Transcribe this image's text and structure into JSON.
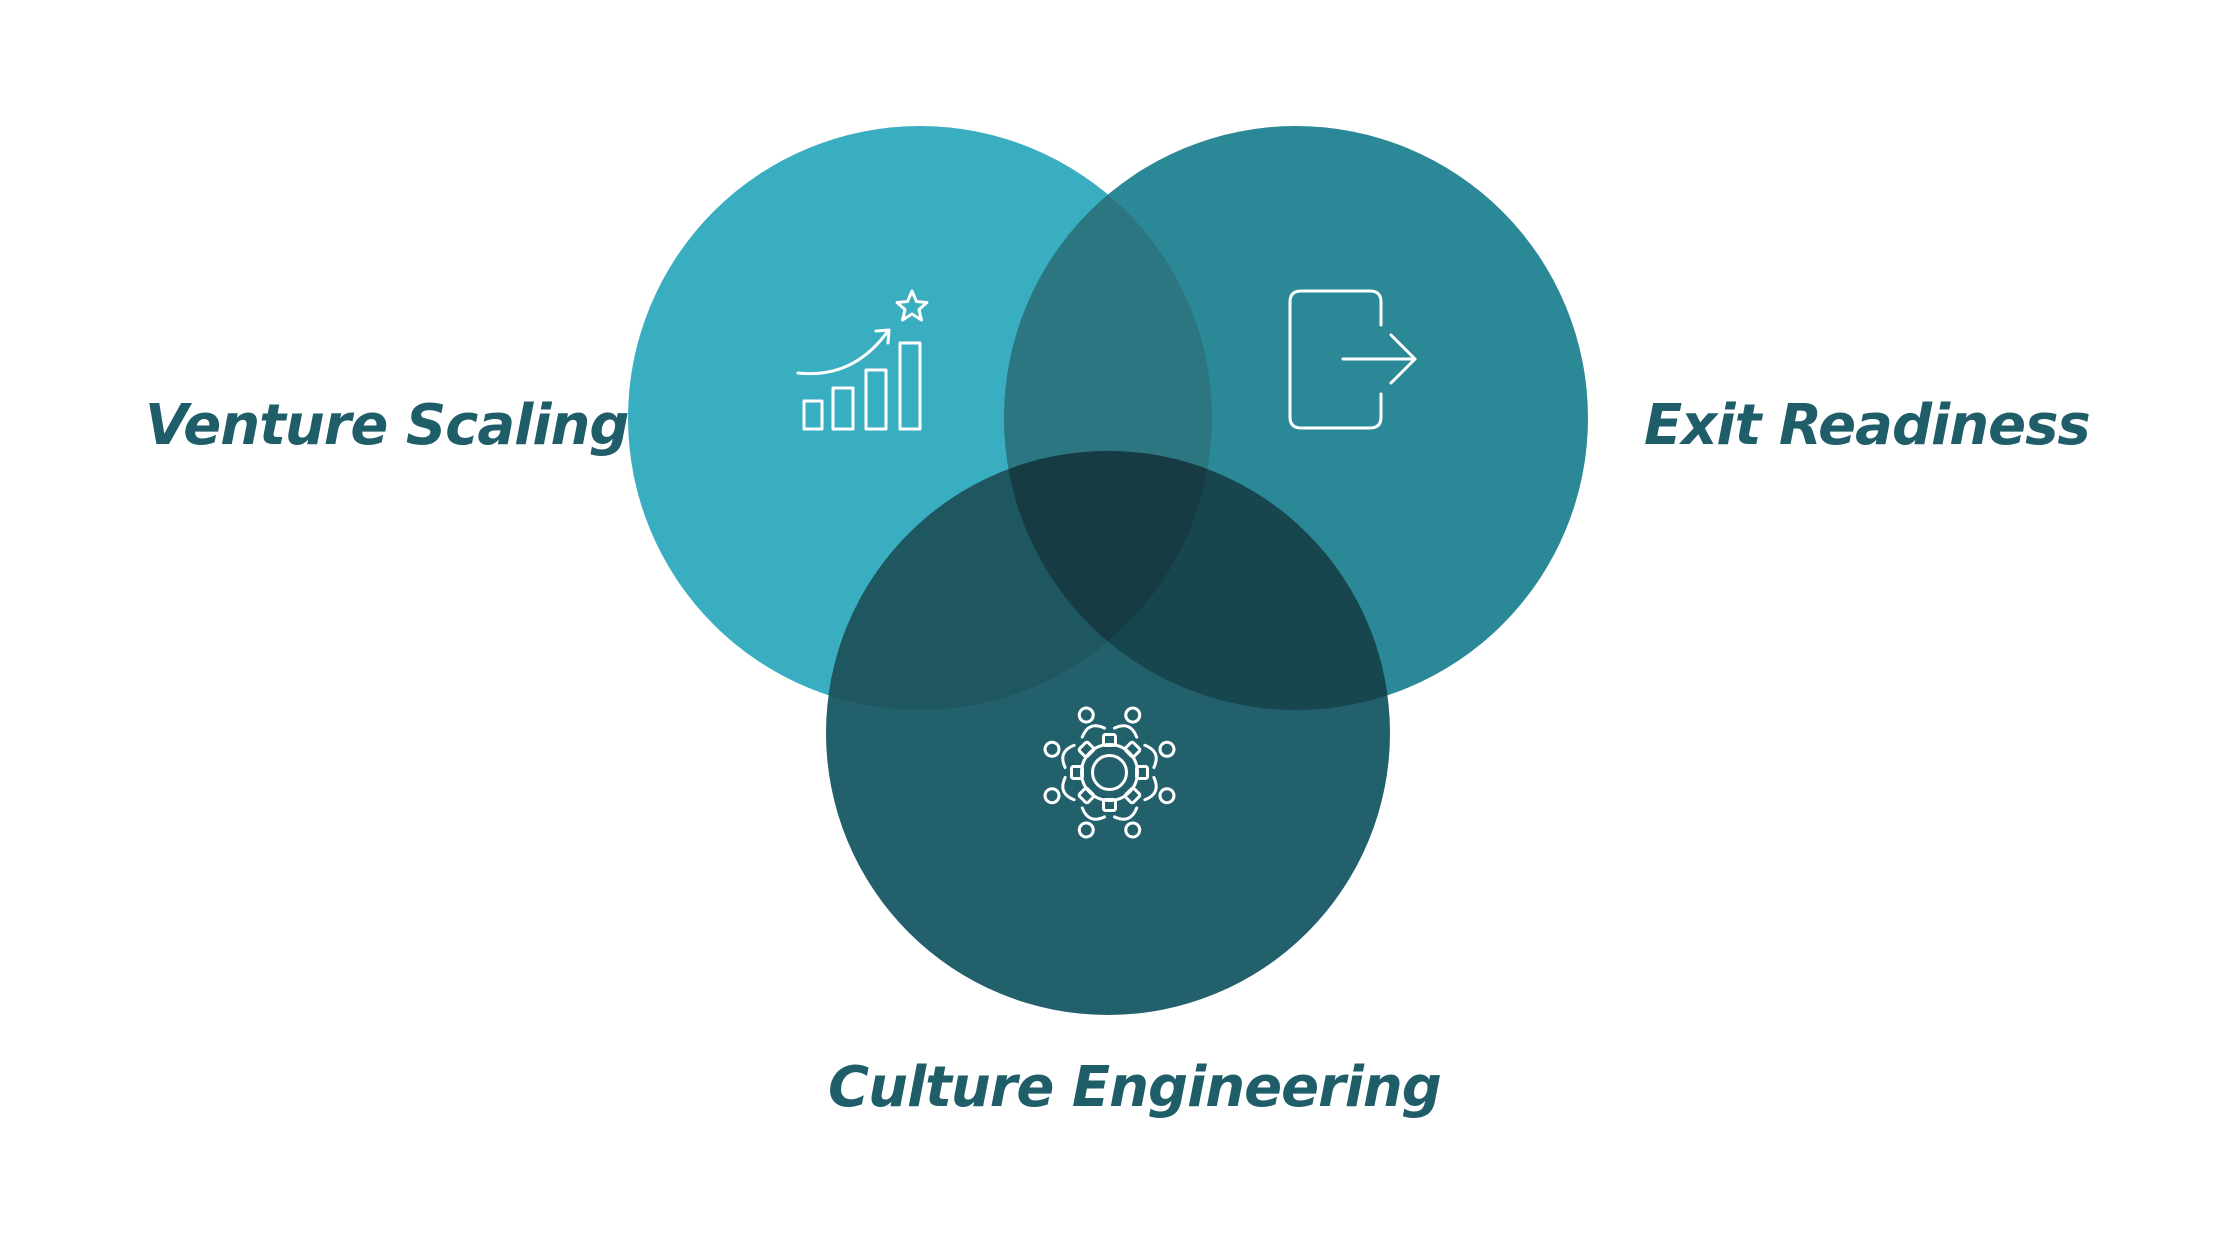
{
  "colors": {
    "background": "#ffffff",
    "label_text": "#1f5e69",
    "icon_stroke": "#ffffff",
    "venture_circle": "#3aaec1",
    "exit_circle": "#2b8896",
    "culture_circle": "#22606b",
    "overlap_venture_exit": "#2c7681",
    "overlap_venture_culture": "#1f5760",
    "overlap_exit_culture": "#17464e",
    "overlap_center": "#173b42"
  },
  "sets": [
    {
      "id": "venture",
      "label": "Venture Scaling",
      "icon": "growth-chart-star-icon"
    },
    {
      "id": "exit",
      "label": "Exit Readiness",
      "icon": "exit-door-arrow-icon"
    },
    {
      "id": "culture",
      "label": "Culture Engineering",
      "icon": "team-gear-icon"
    }
  ]
}
